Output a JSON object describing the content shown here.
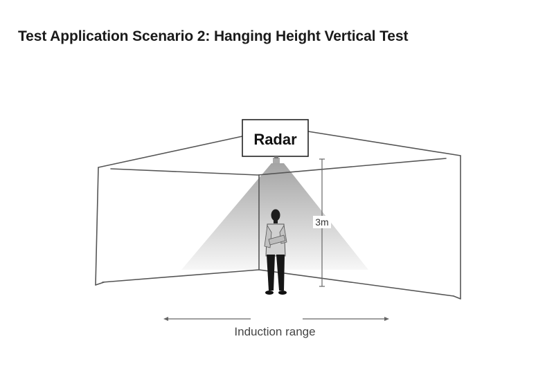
{
  "title": "Test Application Scenario 2: Hanging Height Vertical Test",
  "radar": {
    "label": "Radar"
  },
  "height": {
    "label": "3m"
  },
  "range": {
    "label": "Induction range"
  },
  "colors": {
    "line": "#555555",
    "cone_top": "#9a9a9a",
    "cone_bottom": "#f4f4f4",
    "text": "#1a1a1a"
  },
  "icons": {
    "person": "standing-person-icon",
    "radar": "radar-sensor-icon"
  }
}
